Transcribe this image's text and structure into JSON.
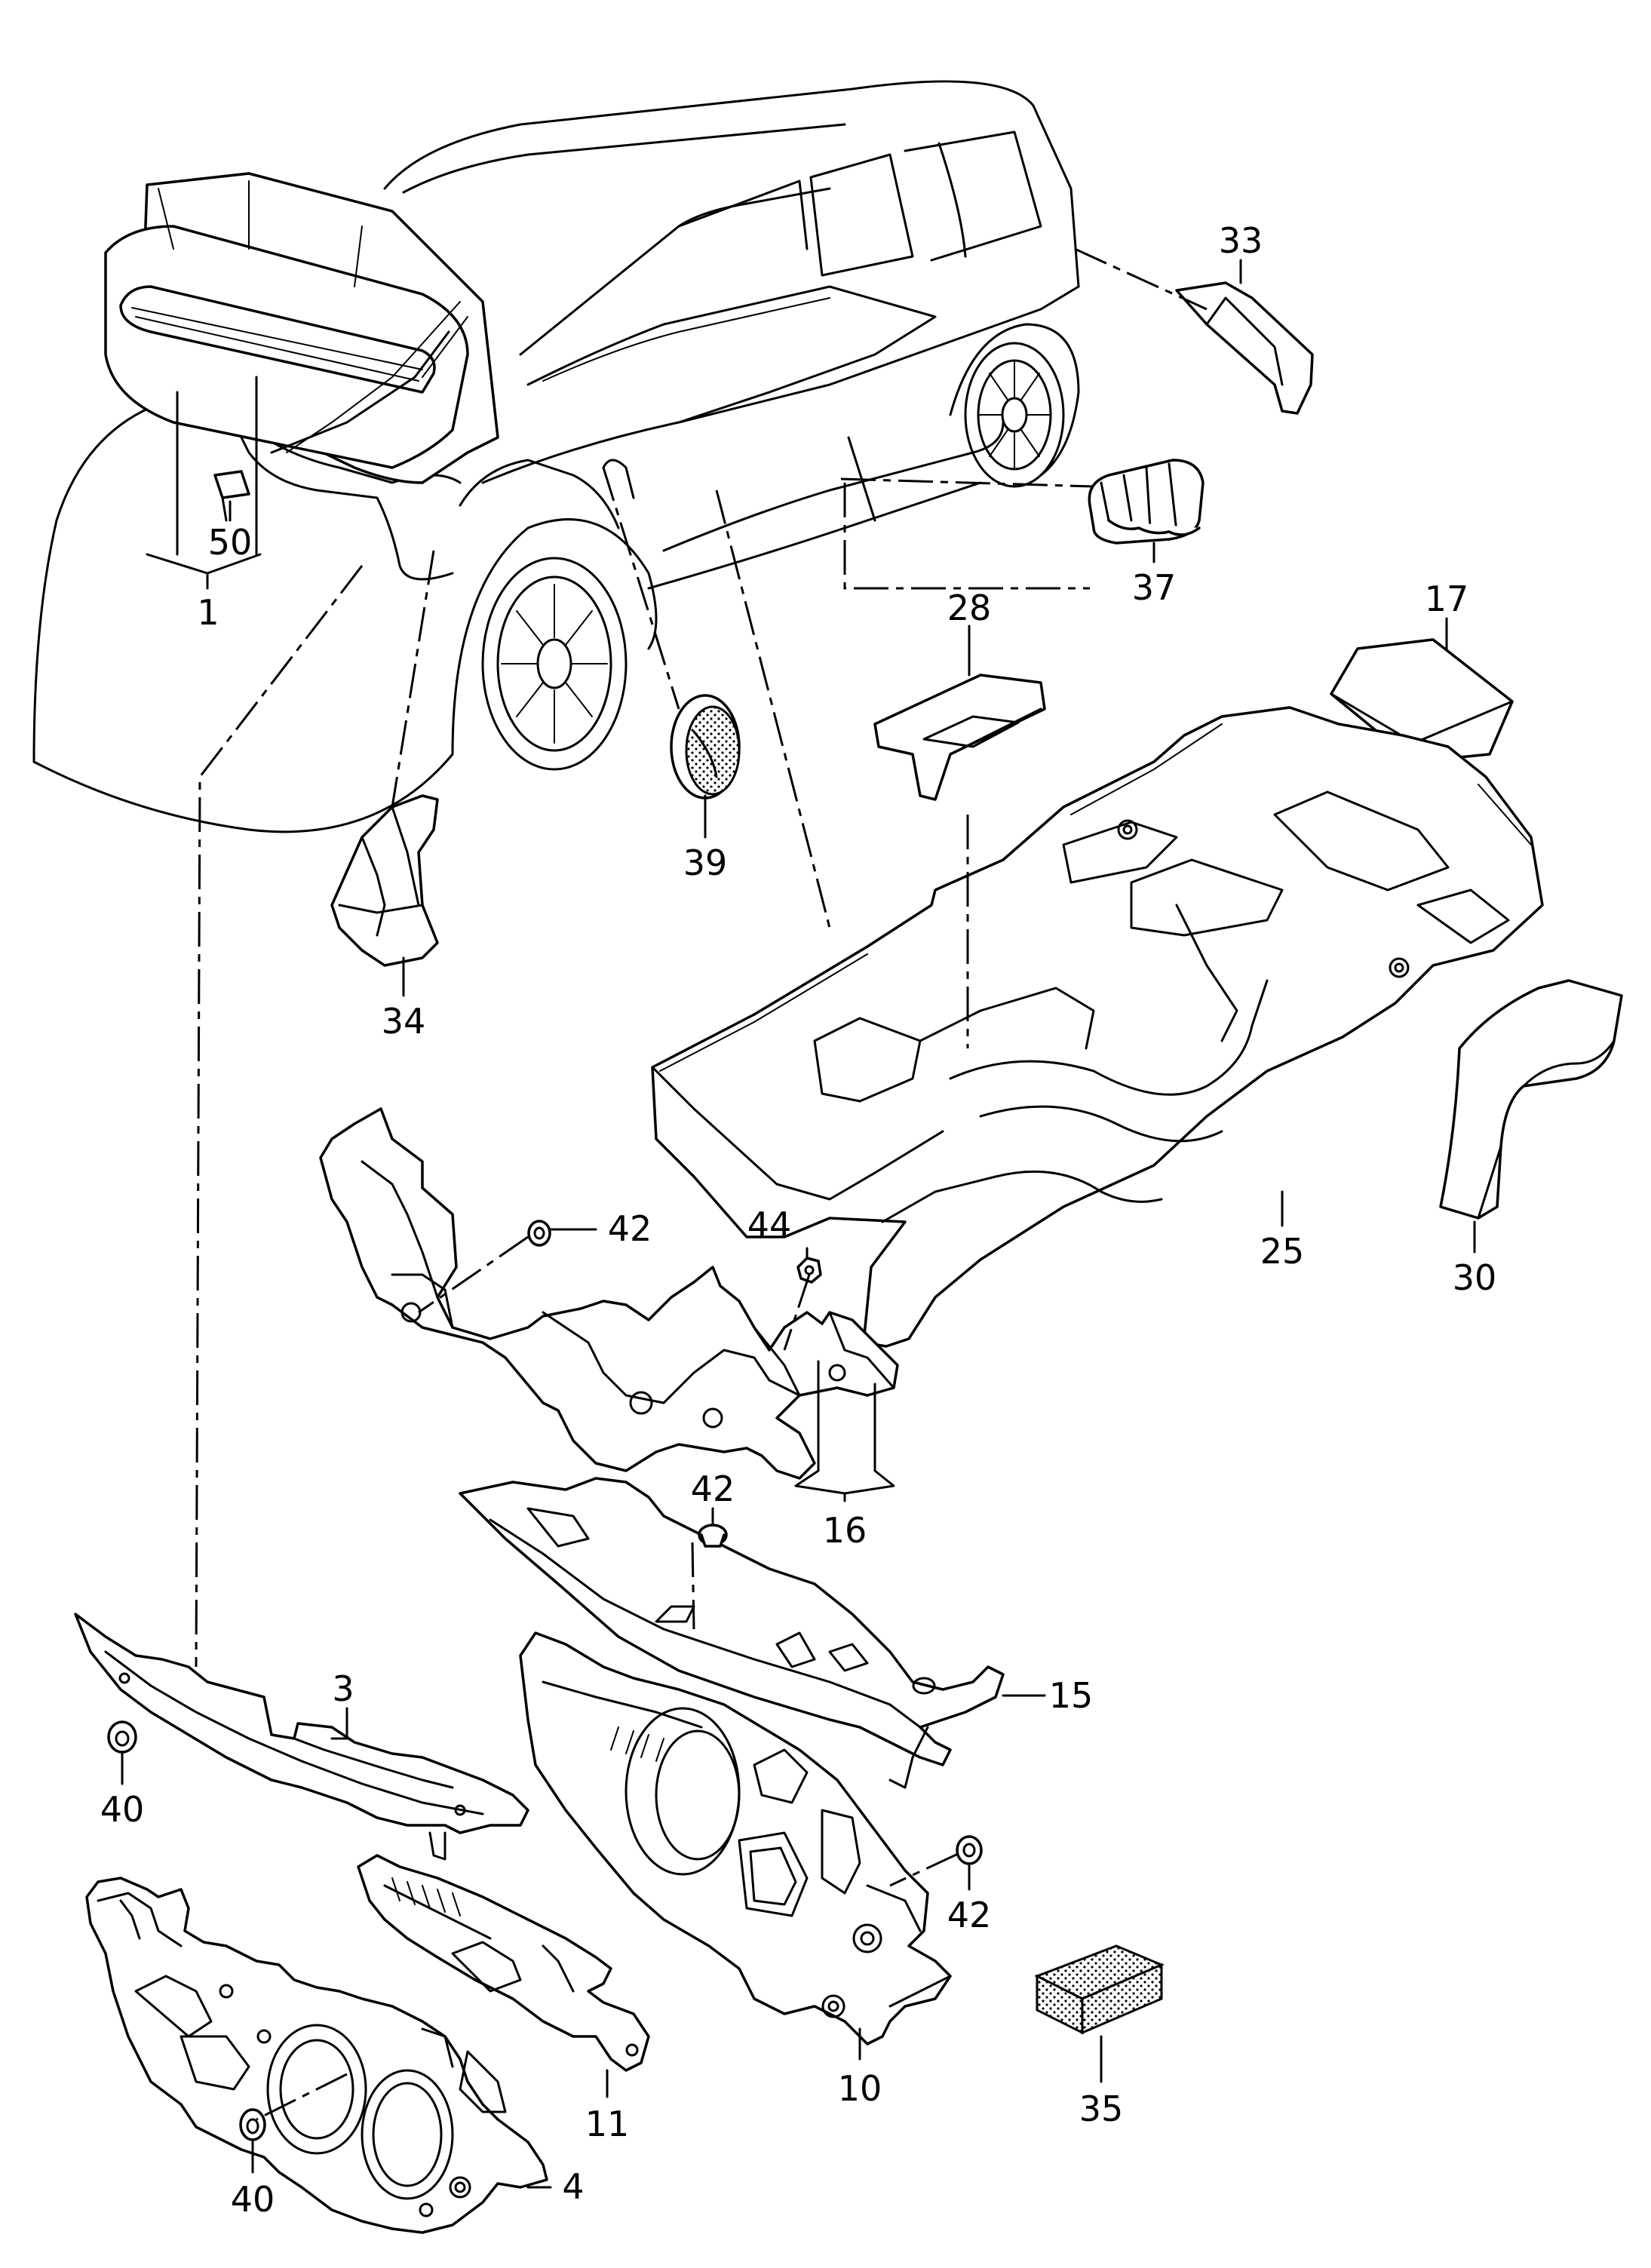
{
  "callouts": [
    {
      "id": "1",
      "text": "1"
    },
    {
      "id": "3",
      "text": "3"
    },
    {
      "id": "4",
      "text": "4"
    },
    {
      "id": "10",
      "text": "10"
    },
    {
      "id": "11",
      "text": "11"
    },
    {
      "id": "15",
      "text": "15"
    },
    {
      "id": "16",
      "text": "16"
    },
    {
      "id": "17",
      "text": "17"
    },
    {
      "id": "25",
      "text": "25"
    },
    {
      "id": "28",
      "text": "28"
    },
    {
      "id": "30",
      "text": "30"
    },
    {
      "id": "33",
      "text": "33"
    },
    {
      "id": "34",
      "text": "34"
    },
    {
      "id": "35",
      "text": "35"
    },
    {
      "id": "37",
      "text": "37"
    },
    {
      "id": "39",
      "text": "39"
    },
    {
      "id": "40a",
      "text": "40"
    },
    {
      "id": "40b",
      "text": "40"
    },
    {
      "id": "42a",
      "text": "42"
    },
    {
      "id": "42b",
      "text": "42"
    },
    {
      "id": "42c",
      "text": "42"
    },
    {
      "id": "44",
      "text": "44"
    },
    {
      "id": "50",
      "text": "50"
    }
  ]
}
